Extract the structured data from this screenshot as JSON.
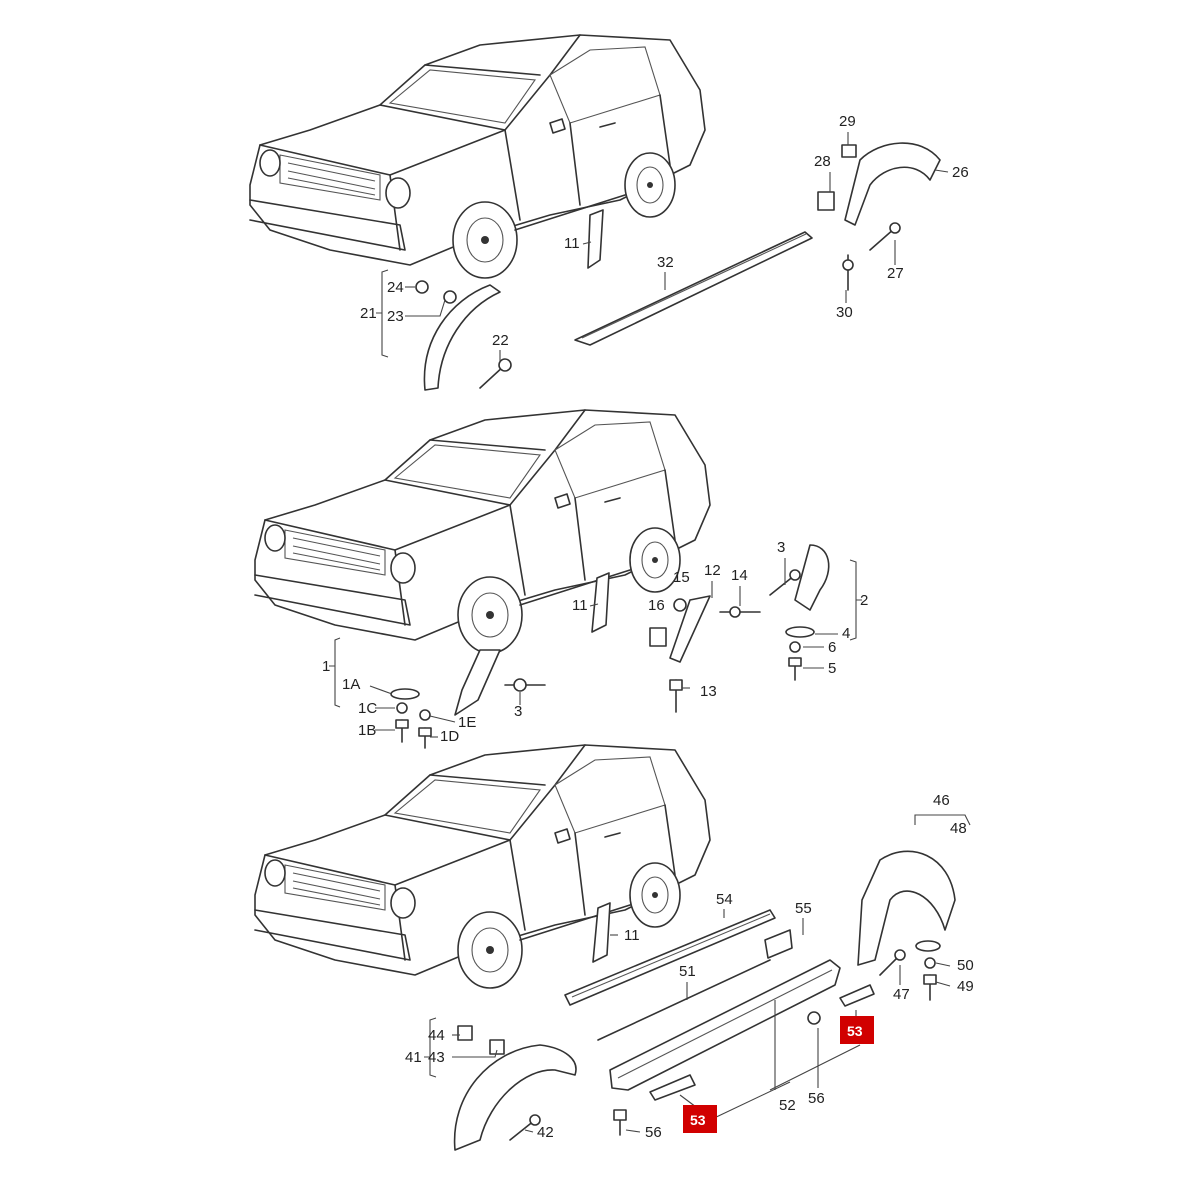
{
  "labels": {
    "top": [
      "29",
      "28",
      "26",
      "11",
      "32",
      "27",
      "30",
      "24",
      "21",
      "23",
      "22"
    ],
    "middle": [
      "3",
      "12",
      "14",
      "15",
      "16",
      "11",
      "2",
      "4",
      "6",
      "5",
      "13",
      "1",
      "1A",
      "1C",
      "1B",
      "1E",
      "1D"
    ],
    "bottom": [
      "46",
      "48",
      "54",
      "55",
      "11",
      "51",
      "50",
      "47",
      "49",
      "44",
      "41",
      "43",
      "42",
      "56",
      "52",
      "56"
    ],
    "highlighted": [
      "53",
      "53"
    ]
  },
  "colors": {
    "highlight": "#d10000",
    "line": "#333333",
    "background": "#ffffff"
  }
}
